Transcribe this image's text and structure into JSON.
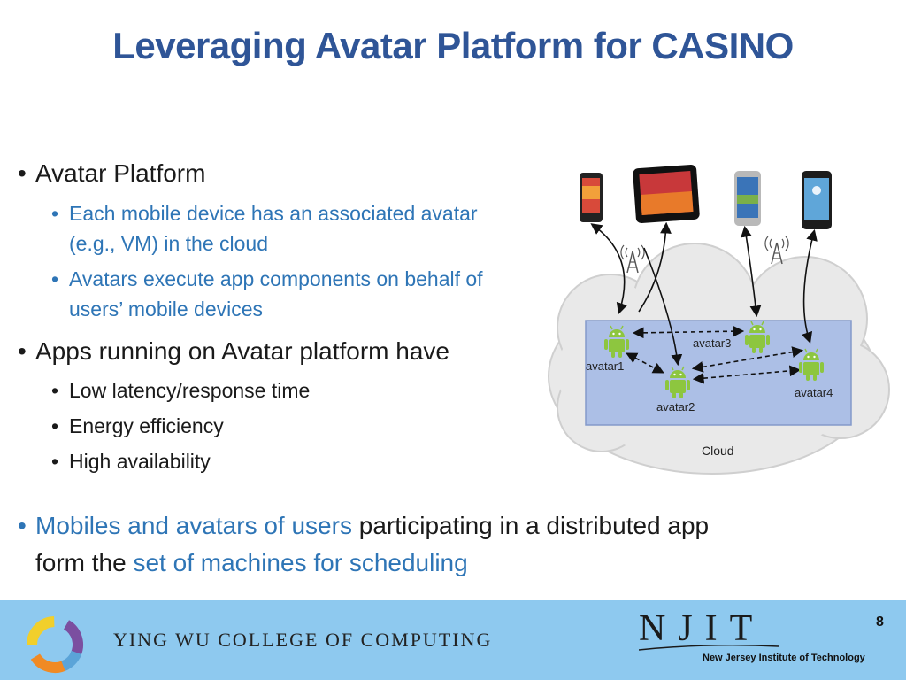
{
  "slide": {
    "title": "Leveraging Avatar Platform for CASINO",
    "bullets": [
      {
        "text": "Avatar Platform",
        "sub": [
          {
            "line1": "Each mobile device has an associated avatar",
            "line2": "(e.g., VM) in the cloud"
          },
          {
            "line1": "Avatars execute app components on behalf of",
            "line2": "users’ mobile devices"
          }
        ]
      },
      {
        "text": "Apps running on Avatar platform have",
        "sub": [
          {
            "line1": "Low latency/response time"
          },
          {
            "line1": "Energy efficiency"
          },
          {
            "line1": "High availability"
          }
        ]
      }
    ],
    "final_bullet": {
      "highlight1": "Mobiles and avatars of users",
      "rest1": " participating in a distributed app",
      "lead2": "form the ",
      "highlight2": "set of machines for scheduling"
    },
    "bullet_glyph": "•"
  },
  "diagram": {
    "avatars": [
      "avatar1",
      "avatar2",
      "avatar3",
      "avatar4"
    ],
    "cloud_label": "Cloud"
  },
  "footer": {
    "college": "YING WU COLLEGE OF COMPUTING",
    "njit": "NJIT",
    "njit_full": "New Jersey Institute of Technology",
    "page_number": "8"
  },
  "colors": {
    "title": "#2f5597",
    "highlight": "#2e75b6",
    "footer_bg": "#8ec9ef",
    "android": "#8dc63f",
    "cloud": "#e8e8e8",
    "platform": "#a9bde6"
  }
}
